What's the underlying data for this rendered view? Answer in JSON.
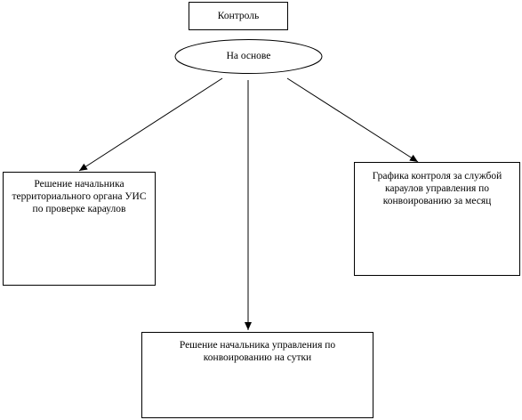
{
  "diagram": {
    "root": {
      "label": "Контроль"
    },
    "hub": {
      "label": "На основе"
    },
    "children": [
      {
        "label": "Решение начальника территориального органа УИС по проверке караулов"
      },
      {
        "label": "Решение начальника управления по конвоированию на сутки"
      },
      {
        "label": "Графика контроля за службой караулов управления по конвоированию за месяц"
      }
    ]
  },
  "colors": {
    "stroke": "#000000",
    "fill": "#ffffff"
  }
}
